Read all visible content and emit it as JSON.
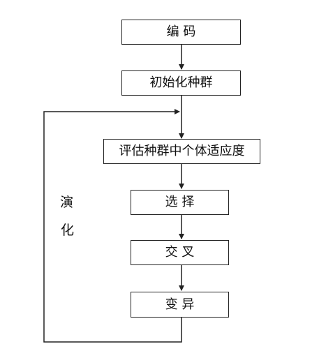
{
  "flowchart": {
    "steps": [
      "编  码",
      "初始化种群",
      "评估种群中个体适应度",
      "选  择",
      "交  叉",
      "变  异"
    ],
    "loop_label_line1": "演",
    "loop_label_line2": "化"
  }
}
